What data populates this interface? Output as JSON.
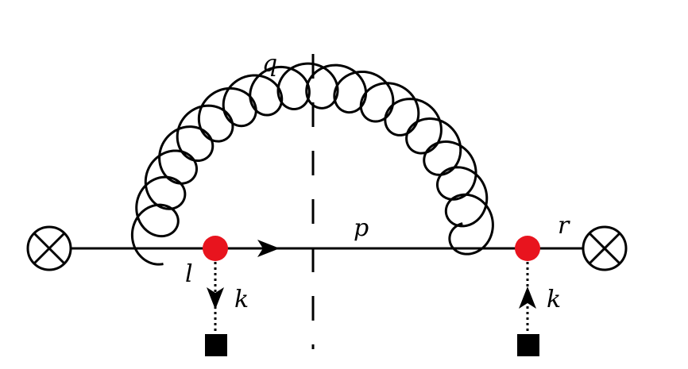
{
  "labels": {
    "gluon": "q",
    "internal_quark": "p",
    "outgoing_quark": "r",
    "incoming_quark": "l",
    "left_insertion_momentum": "k",
    "right_insertion_momentum": "k"
  },
  "colors": {
    "line": "#000000",
    "vertex": "#e8141e",
    "source": "#000000",
    "background": "#ffffff"
  },
  "icons": {
    "left_operator": "circled-times-icon",
    "right_operator": "circled-times-icon",
    "vertex": "red-dot",
    "source": "black-square"
  }
}
